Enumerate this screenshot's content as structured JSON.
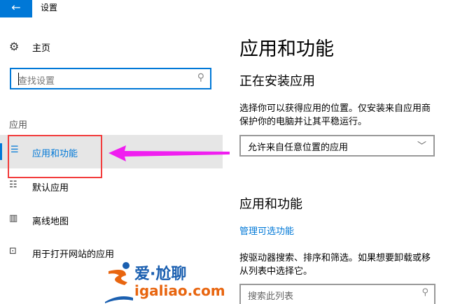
{
  "window": {
    "title": "设置",
    "back_icon": "arrow-left-icon"
  },
  "sidebar": {
    "home": {
      "label": "主页",
      "icon": "gear-icon"
    },
    "search": {
      "placeholder": "查找设置",
      "icon": "search-icon"
    },
    "section": "应用",
    "items": [
      {
        "label": "应用和功能",
        "icon": "list-icon",
        "selected": true
      },
      {
        "label": "默认应用",
        "icon": "default-apps-icon"
      },
      {
        "label": "离线地图",
        "icon": "map-icon"
      },
      {
        "label": "用于打开网站的应用",
        "icon": "open-web-icon"
      }
    ]
  },
  "main": {
    "title": "应用和功能",
    "installing": {
      "heading": "正在安装应用",
      "desc_line1": "选择你可以获得应用的位置。仅安装来自应用商",
      "desc_line2": "保护你的电脑并让其平稳运行。",
      "dropdown_value": "允许来自任意位置的应用"
    },
    "apps": {
      "heading": "应用和功能",
      "link": "管理可选功能",
      "desc_line1": "按驱动器搜索、排序和筛选。如果想要卸载或移",
      "desc_line2": "从列表中选择它。",
      "search_placeholder": "搜索此列表"
    }
  },
  "watermark": {
    "text1": "爱·尬聊",
    "text2": "igaliao.com"
  },
  "colors": {
    "accent": "#0078d7",
    "annotation_box": "#f23c3c",
    "annotation_arrow": "#f01ef0"
  }
}
